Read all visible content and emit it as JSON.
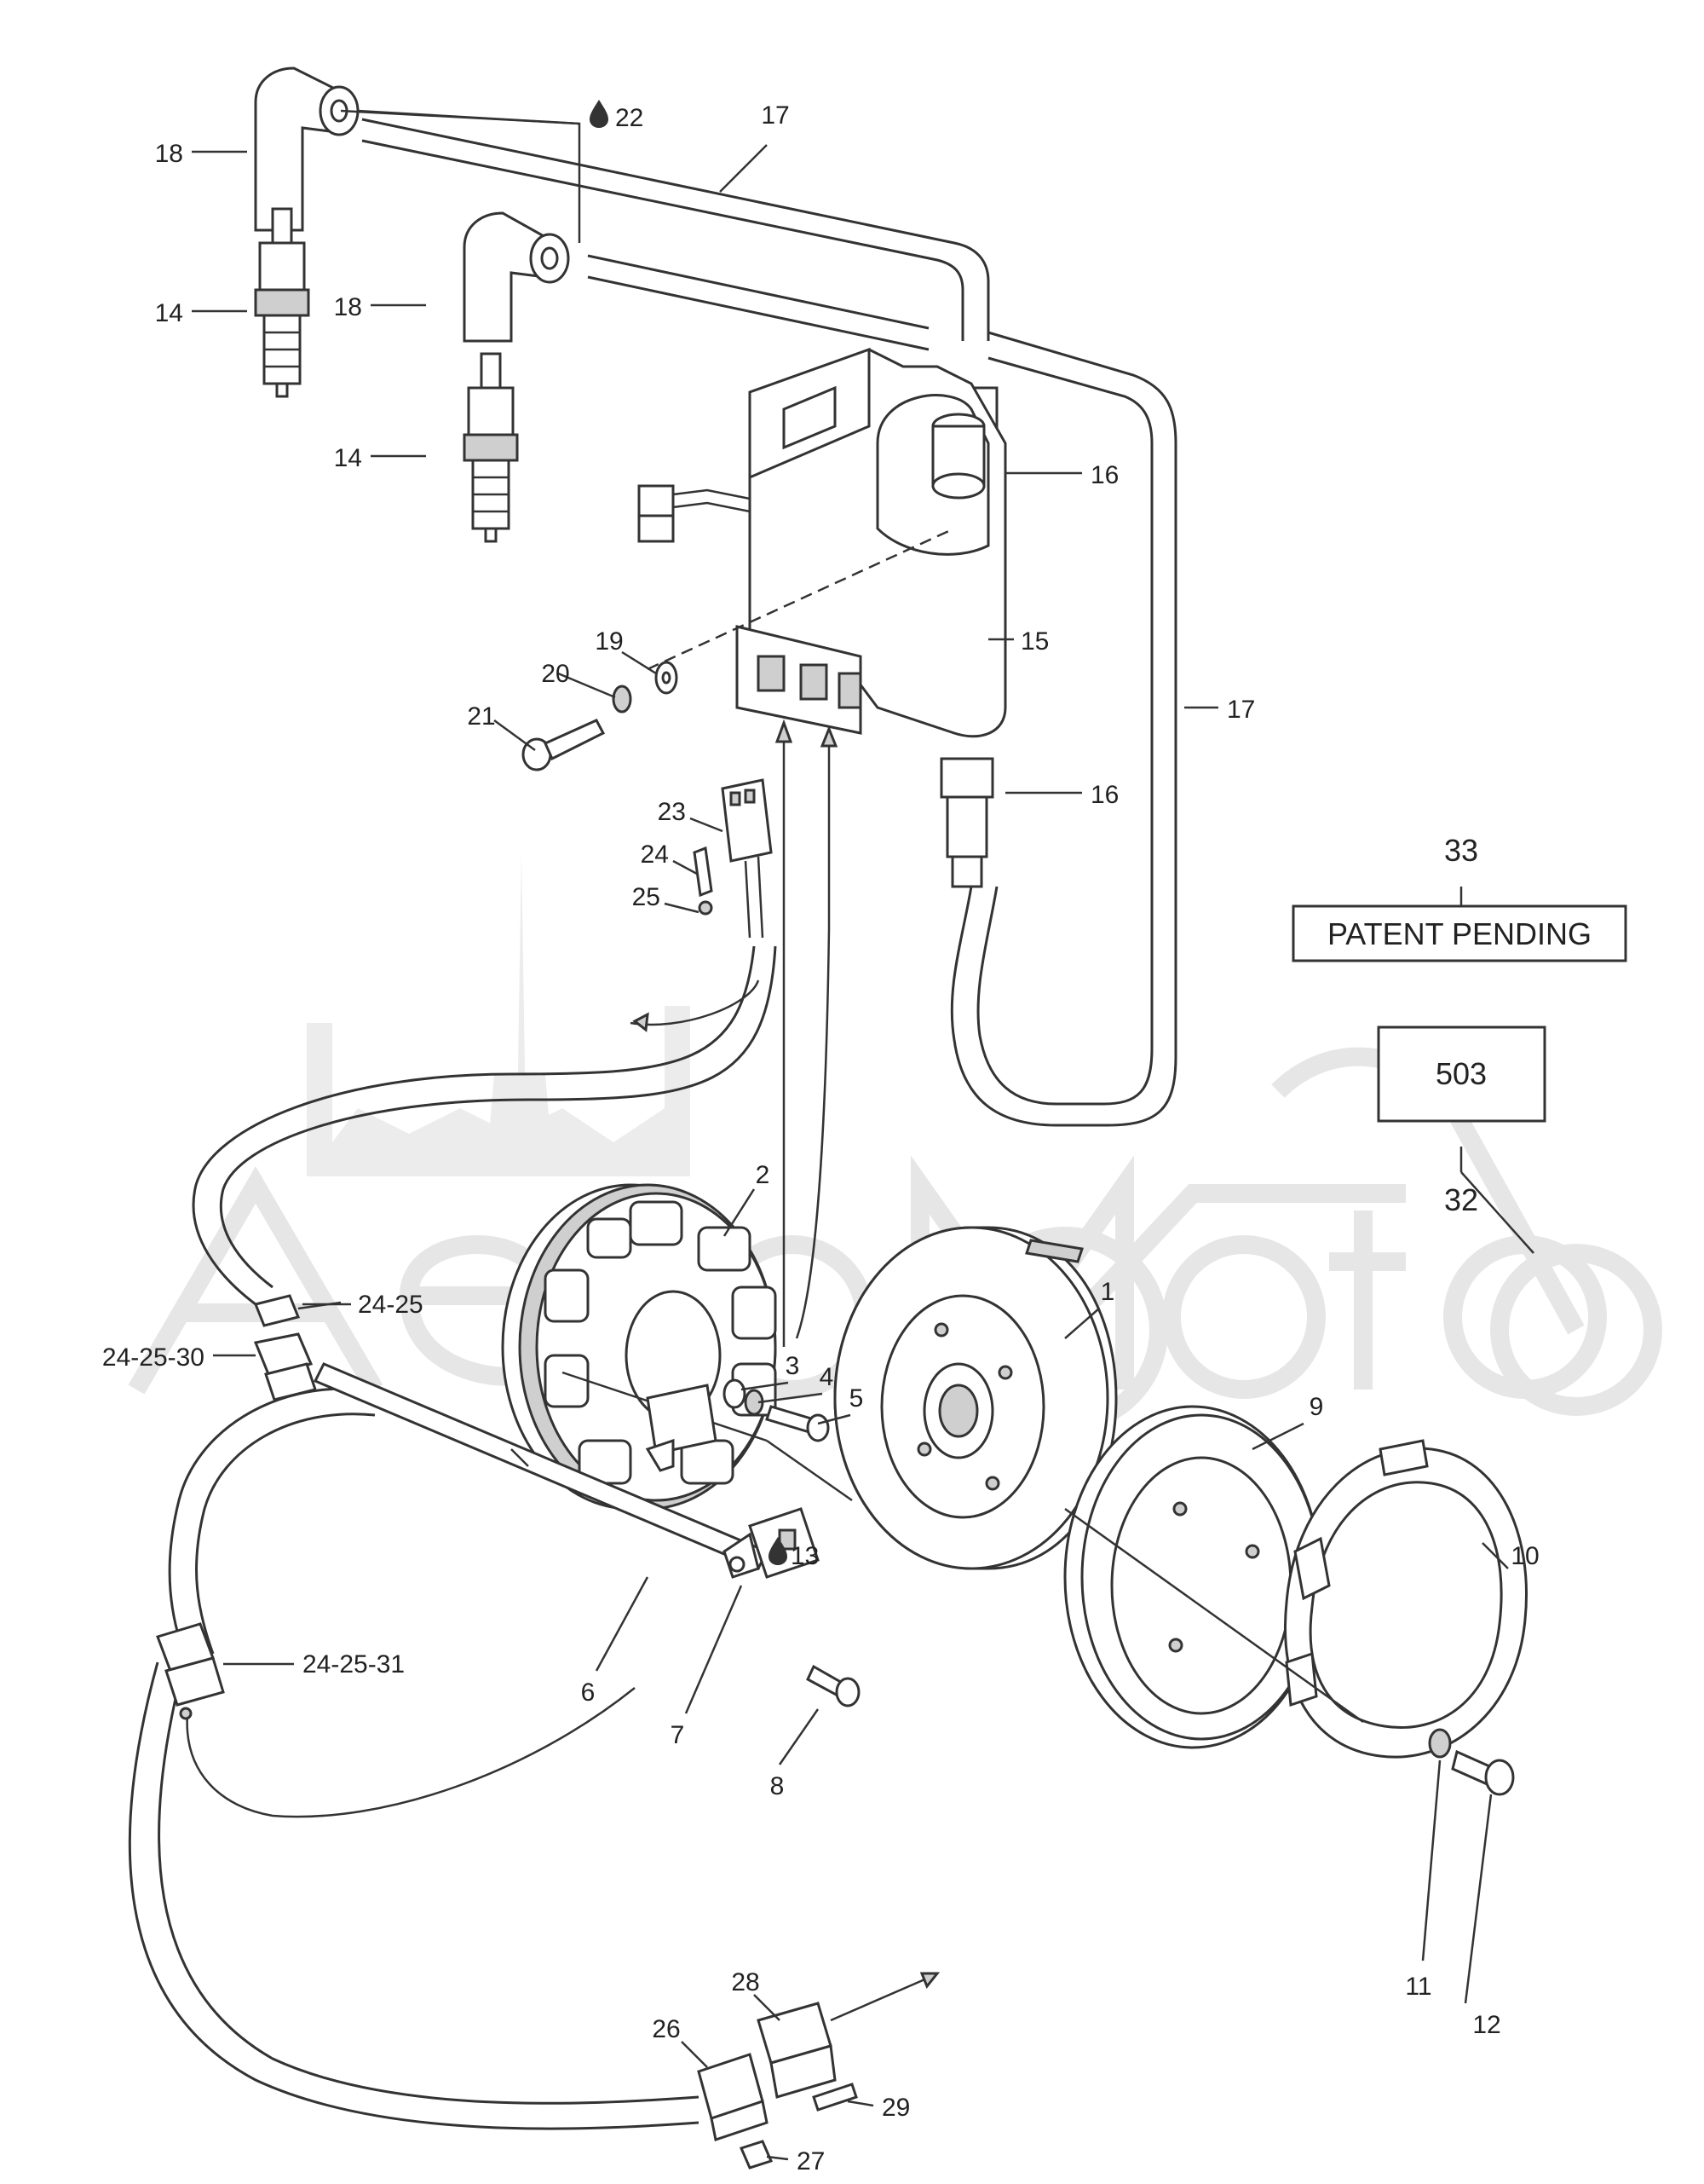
{
  "watermark": {
    "text": "AeroMoto"
  },
  "notes": {
    "patent": "PATENT PENDING",
    "box_503": "503",
    "label_33": "33",
    "label_32": "32"
  },
  "icons": {
    "sealant": "drop-icon"
  },
  "labels": {
    "p1": "1",
    "p2": "2",
    "p3": "3",
    "p4": "4",
    "p5": "5",
    "p6": "6",
    "p7": "7",
    "p8": "8",
    "p9": "9",
    "p10": "10",
    "p11": "11",
    "p12": "12",
    "p13": "13",
    "p14a": "14",
    "p14b": "14",
    "p15": "15",
    "p16a": "16",
    "p16b": "16",
    "p17a": "17",
    "p17b": "17",
    "p18a": "18",
    "p18b": "18",
    "p19": "19",
    "p20": "20",
    "p21": "21",
    "p22": "22",
    "p23": "23",
    "p24": "24",
    "p25": "25",
    "p24_25": "24-25",
    "p24_25_30": "24-25-30",
    "p24_25_31": "24-25-31",
    "p26": "26",
    "p27": "27",
    "p28": "28",
    "p29": "29"
  }
}
